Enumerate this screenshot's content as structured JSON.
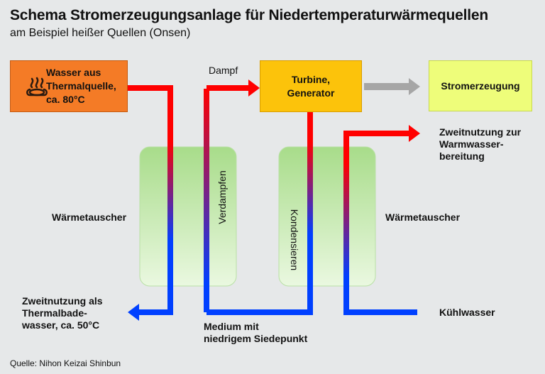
{
  "header": {
    "title": "Schema Stromerzeugungsanlage für Niedertemperaturwärmequellen",
    "subtitle": "am Beispiel heißer Quellen (Onsen)"
  },
  "boxes": {
    "source_line1": "Wasser aus",
    "source_line2": "Thermalquelle,",
    "source_line3": "ca. 80°C",
    "source_icon": "hot-spring-icon",
    "turbine_line1": "Turbine,",
    "turbine_line2": "Generator",
    "power": "Stromerzeugung"
  },
  "labels": {
    "steam": "Dampf",
    "evaporate": "Verdampfen",
    "condense": "Kondensieren",
    "hx_left": "Wärmetauscher",
    "hx_right": "Wärmetauscher",
    "reuse_warm_line1": "Zweitnutzung zur",
    "reuse_warm_line2": "Warmwasser-",
    "reuse_warm_line3": "bereitung",
    "reuse_bath_line1": "Zweitnutzung als",
    "reuse_bath_line2": "Thermalbade-",
    "reuse_bath_line3": "wasser, ca. 50°C",
    "medium_line1": "Medium mit",
    "medium_line2": "niedrigem Siedepunkt",
    "cooling": "Kühlwasser"
  },
  "footer": {
    "source": "Quelle: Nihon Keizai Shinbun"
  },
  "colors": {
    "hot": "#ff0000",
    "cold": "#0040ff",
    "hx_fill": "#a8dc8a",
    "arrow_gray": "#a6a6a6",
    "source_box": "#f47b26",
    "turbine_box": "#fcc30b",
    "power_box": "#eefd7a"
  }
}
